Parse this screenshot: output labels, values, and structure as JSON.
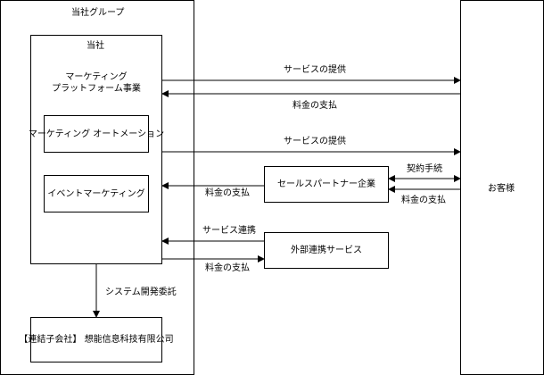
{
  "group": {
    "title": "当社グループ"
  },
  "company": {
    "title": "当社"
  },
  "marketing_platform": {
    "label": "マーケティング\nプラットフォーム事業"
  },
  "marketing_automation": {
    "label": "マーケティング\nオートメーション"
  },
  "event_marketing": {
    "label": "イベントマーケティング"
  },
  "subsidiary": {
    "label": "【連結子会社】\n想能信息科技有限公司"
  },
  "sales_partner": {
    "label": "セールスパートナー企業"
  },
  "external_service": {
    "label": "外部連携サービス"
  },
  "customer": {
    "label": "お客様"
  },
  "flows": {
    "service_provide_1": "サービスの提供",
    "payment_1": "料金の支払",
    "service_provide_2": "サービスの提供",
    "contract": "契約手続",
    "payment_partner_to_company": "料金の支払",
    "payment_customer_to_partner": "料金の支払",
    "service_link": "サービス連携",
    "payment_to_external": "料金の支払",
    "dev_outsource": "システム開発委託"
  }
}
